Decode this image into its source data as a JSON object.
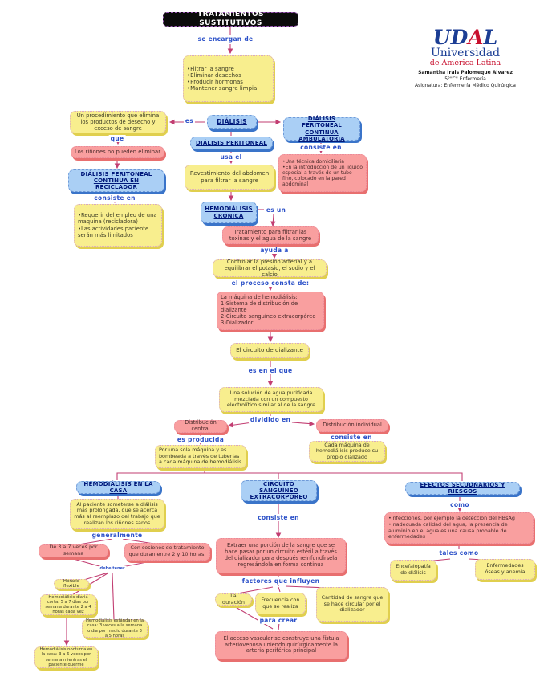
{
  "header": {
    "title": "TRATAMIENTOS SUSTITUTIVOS"
  },
  "logo": {
    "wordmark_part1": "UD",
    "wordmark_part2": "A",
    "wordmark_part3": "L",
    "university": "Universidad",
    "region": "de América Latina",
    "student": "Samantha Irais Palomeque Alvarez",
    "group": "5°\"C\" Enfermería",
    "subject": "Asignatura: Enfermería Médico Quirúrgica"
  },
  "labels": {
    "se_encargan_de": "se encargan de",
    "es": "es",
    "que": "que",
    "consiste_en": "consiste en",
    "usa_el": "usa el",
    "es_un": "es un",
    "ayuda_a": "ayuda a",
    "proceso_consta": "el proceso consta de:",
    "es_en_el_que": "es en el que",
    "dividido_en": "dividido en",
    "es_producida": "es producida",
    "generalmente": "generalmente",
    "debe_tener": "debe tener",
    "factores": "factores que influyen",
    "para_crear": "para crear",
    "como": "como",
    "tales_como": "tales como"
  },
  "nodes": {
    "funciones": [
      "•Filtrar la sangre",
      "•Eliminar desechos",
      "•Producir hormonas",
      "•Mantener sangre limpia"
    ],
    "procedimiento": "Un procedimiento que elimina los productos de desecho y exceso de sangre",
    "dialisis": "DIÁLISIS",
    "dialisis_peritoneal": "DIÁLISIS PERITONEAL",
    "dpca": "DIÁLISIS PERITONEAL CONTINUA AMBULATORIA",
    "rinones": "Los riñones no pueden eliminar",
    "dpcr": "DIÁLISIS PERITONEAL CONTINUA EN RECICLADOR",
    "revestimiento": "Revestimiento del abdomen para filtrar la sangre",
    "dpca_detalle": [
      "•Una técnica domiciliaria",
      "•En la introducción de un liquido especial a través de un tubo fino, colocado en la pared abdominal"
    ],
    "dpcr_detalle": [
      "•Requerir del empleo de una maquina (recicladora)",
      "•Las actividades paciente serán más limitados"
    ],
    "hemodialisis_cronica": "HEMODIÁLISIS CRÓNICA",
    "tratamiento": "Tratamiento para filtrar las toxinas y el agua de la sangre",
    "controlar": "Controlar la presión arterial y a equilibrar el potasio, el sodio y el calcio",
    "maquina": [
      "La máquina de hemodiálisis:",
      "1)Sistema de distribución de dializante",
      "2)Circuito sanguíneo extracorpóreo",
      "3)Dializador"
    ],
    "circuito_dializante": "El circuito de dializante",
    "solucion": "Una solución de agua purificada mezclada con un compuesto electrolítico similar al de la sangre",
    "dist_central": "Distribución central",
    "dist_individual": "Distribución individual",
    "por_una_sola": "Por una sola máquina y es bombeada a través de tuberías a cada máquina de hemodiálisis",
    "cada_maquina": "Cada máquina de hemodiálisis produce su propio dializado",
    "hd_casa": "HEMODIÁLISIS EN LA CASA",
    "al_paciente": "Al paciente someterse a diálisis más prolongada, que se acerca más al reemplazo del trabajo que realizan los riñones sanos",
    "veces": "De 3 a 7 veces por semana",
    "sesiones": "Con sesiones de tratamiento que duran entre 2 y 10 horas.",
    "horario": "Horario flexible",
    "diaria_corta": "Hemodiálisis diaria corta: 5 a 7 días por semana durante 2 a 4 horas cada vez",
    "estandar": "Hemodiálisis estándar en la casa: 3 veces a la semana o día por medio durante 3 a 5 horas",
    "nocturna": "Hemodiálisis nocturna en la casa: 3 a 6 veces por semana mientras el paciente duerme",
    "cse": "CIRCUITO SANGUÍNEO EXTRACORPÓREO",
    "extraer": "Extraer una porción de la sangre que se hace pasar por un circuito estéril a través del dializador para después reinfundírsela regresándola en forma continua",
    "duracion": "La duración",
    "frecuencia": "Frecuencia con que se realiza",
    "cantidad": "Cantidad de sangre que se hace circular por el dializador",
    "acceso": "El acceso vascular se construye una fístula arteriovenosa uniendo quirúrgicamente la arteria periférica principal",
    "efectos": "EFECTOS SECUDNARIOS Y RIESGOS",
    "infecciones": [
      "•Infecciones, por ejemplo la detección del HBsAg",
      "•Inadecuada calidad del agua, la presencia de aluminio en el agua es una causa probable de enfermedades"
    ],
    "encefalopatia": "Encefalopatía de diálisis",
    "oseas": "Enfermedades óseas y anemia"
  },
  "colors": {
    "connector": "#C23E72",
    "label_text": "#2B50C8",
    "node_yellow": "#F8EE8E",
    "node_pink": "#F99F9F",
    "node_blue_header": "#AACFF5",
    "header_text": "#00187A",
    "title_bg": "#0B0B0B",
    "logo_blue": "#1C3E94",
    "logo_red": "#C8102E"
  }
}
